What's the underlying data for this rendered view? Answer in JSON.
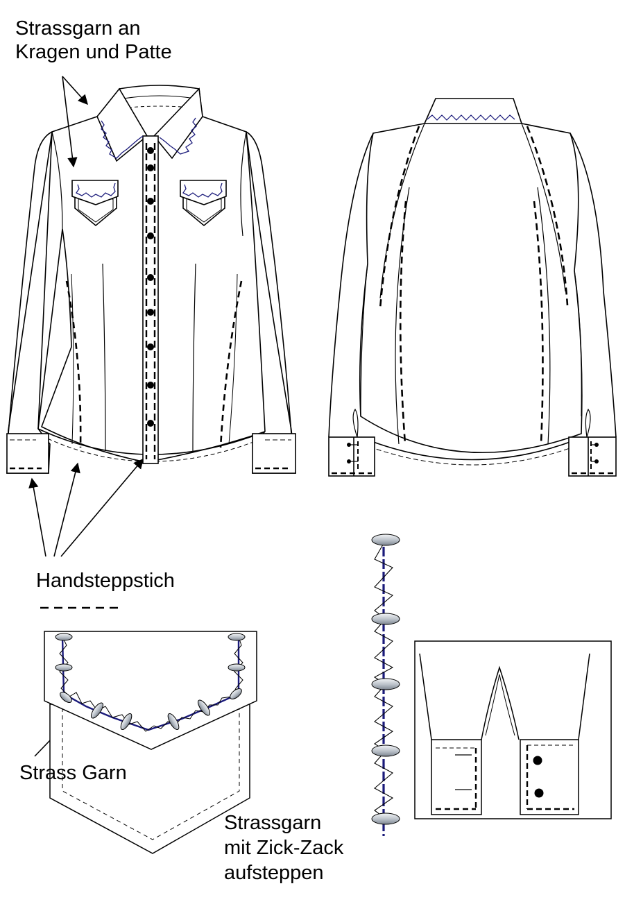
{
  "labels": {
    "collar_flap_line1": "Strassgarn an",
    "collar_flap_line2": "Kragen und Patte",
    "hand_stitch": "Handsteppstich",
    "strass_yarn": "Strass Garn",
    "zigzag_line1": "Strassgarn",
    "zigzag_line2": "mit Zick-Zack",
    "zigzag_line3": "aufsteppen"
  },
  "colors": {
    "line": "#000000",
    "strass_thread": "#1a1a7a",
    "stone_light": "#e8ecf0",
    "stone_dark": "#8e96a0",
    "background": "#ffffff"
  }
}
